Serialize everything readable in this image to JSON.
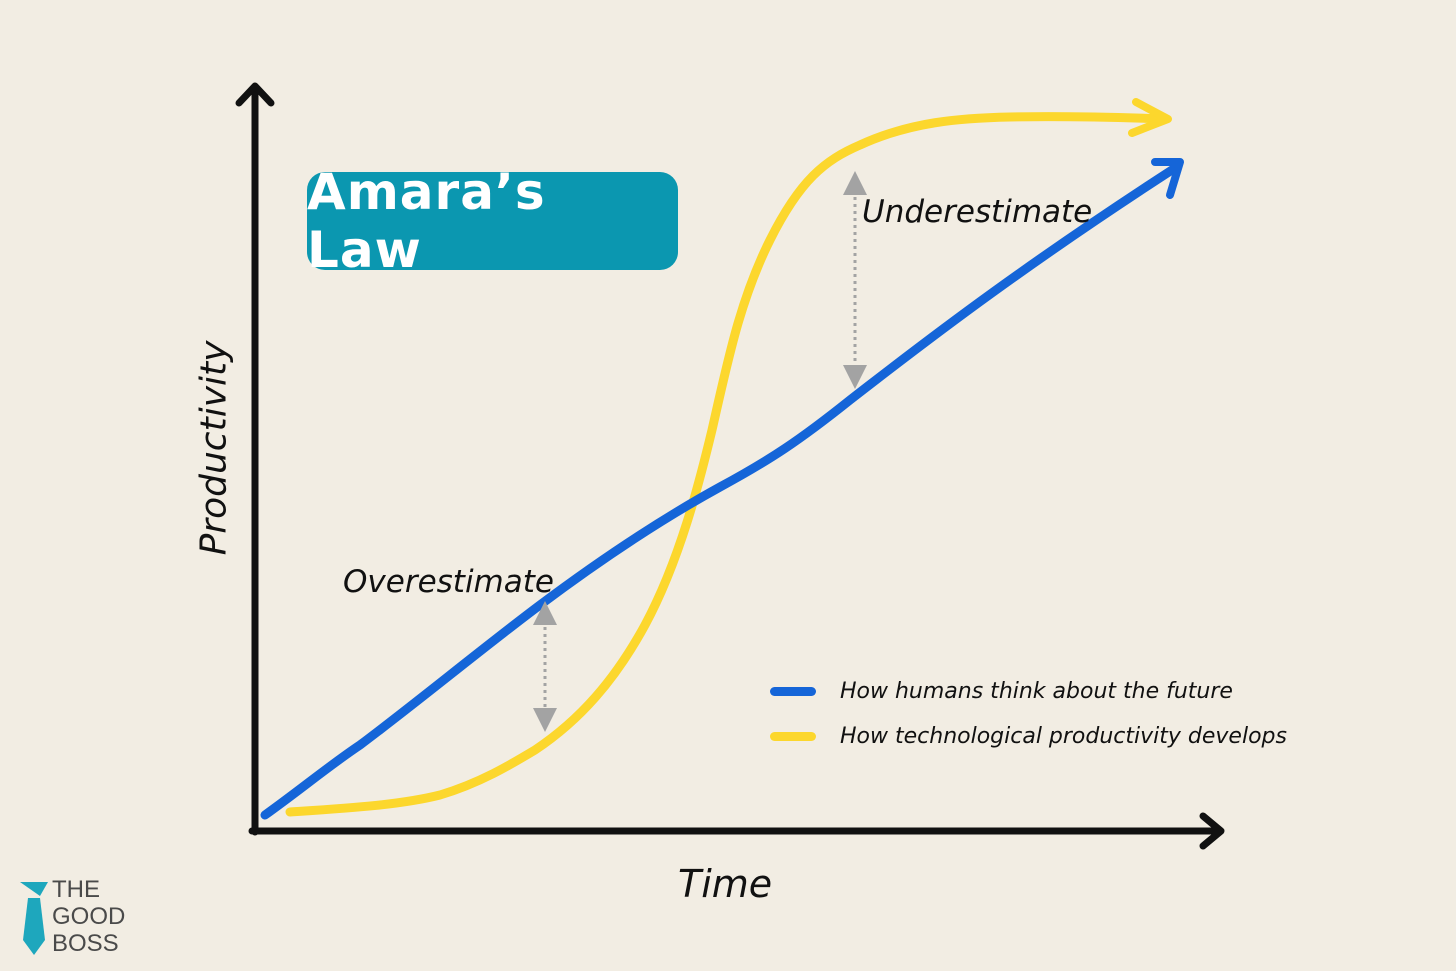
{
  "title": "Amara’s Law",
  "axes": {
    "y_label": "Productivity",
    "x_label": "Time"
  },
  "annotations": {
    "overestimate": "Overestimate",
    "underestimate": "Underestimate"
  },
  "legend": [
    {
      "label": "How humans think about the future",
      "color": "#1565d8"
    },
    {
      "label": "How technological productivity develops",
      "color": "#fcd72d"
    }
  ],
  "colors": {
    "background": "#f2ede3",
    "title_box": "#0b97b0",
    "axis": "#111111",
    "linear_curve": "#1565d8",
    "s_curve": "#fcd72d",
    "gap_arrow": "#a3a3a3",
    "logo_icon": "#1ea7bd",
    "logo_text": "#4a4a4a"
  },
  "logo": {
    "line1": "THE",
    "line2": "GOOD",
    "line3": "BOSS",
    "icon": "necktie-icon"
  }
}
